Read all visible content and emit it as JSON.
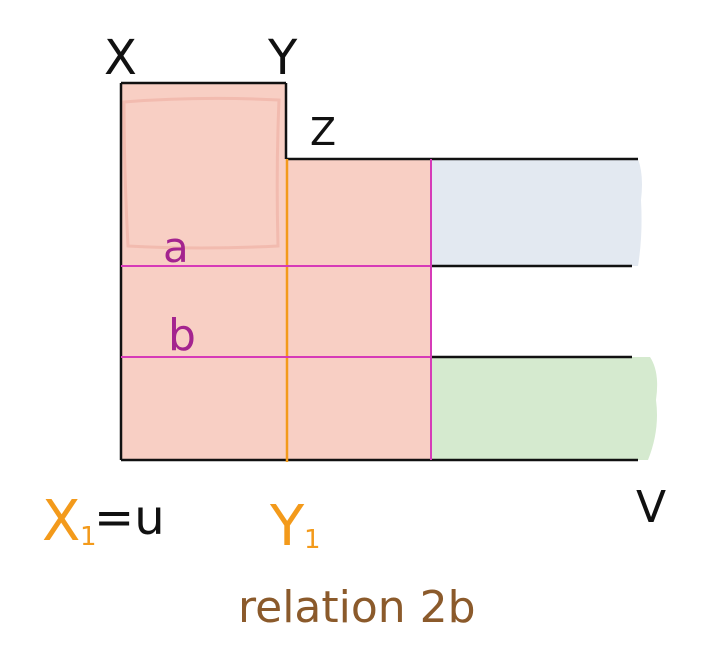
{
  "labels": {
    "x": "X",
    "y": "Y",
    "z": "Z",
    "a": "a",
    "b": "b",
    "x1_prefix": "X",
    "x1_sub": "1",
    "x1_eq": "=u",
    "y1_prefix": "Y",
    "y1_sub": "1",
    "v": "V",
    "caption": "relation 2b"
  },
  "colors": {
    "salmon": "#f8cfc4",
    "blue": "#e3e9f1",
    "green": "#d5eacf",
    "black": "#111111",
    "orange": "#f39a1b",
    "magenta": "#d63bb8",
    "purple": "#a4248f",
    "brown": "#8b5a2b",
    "inner_outline": "#f0b5aa"
  }
}
